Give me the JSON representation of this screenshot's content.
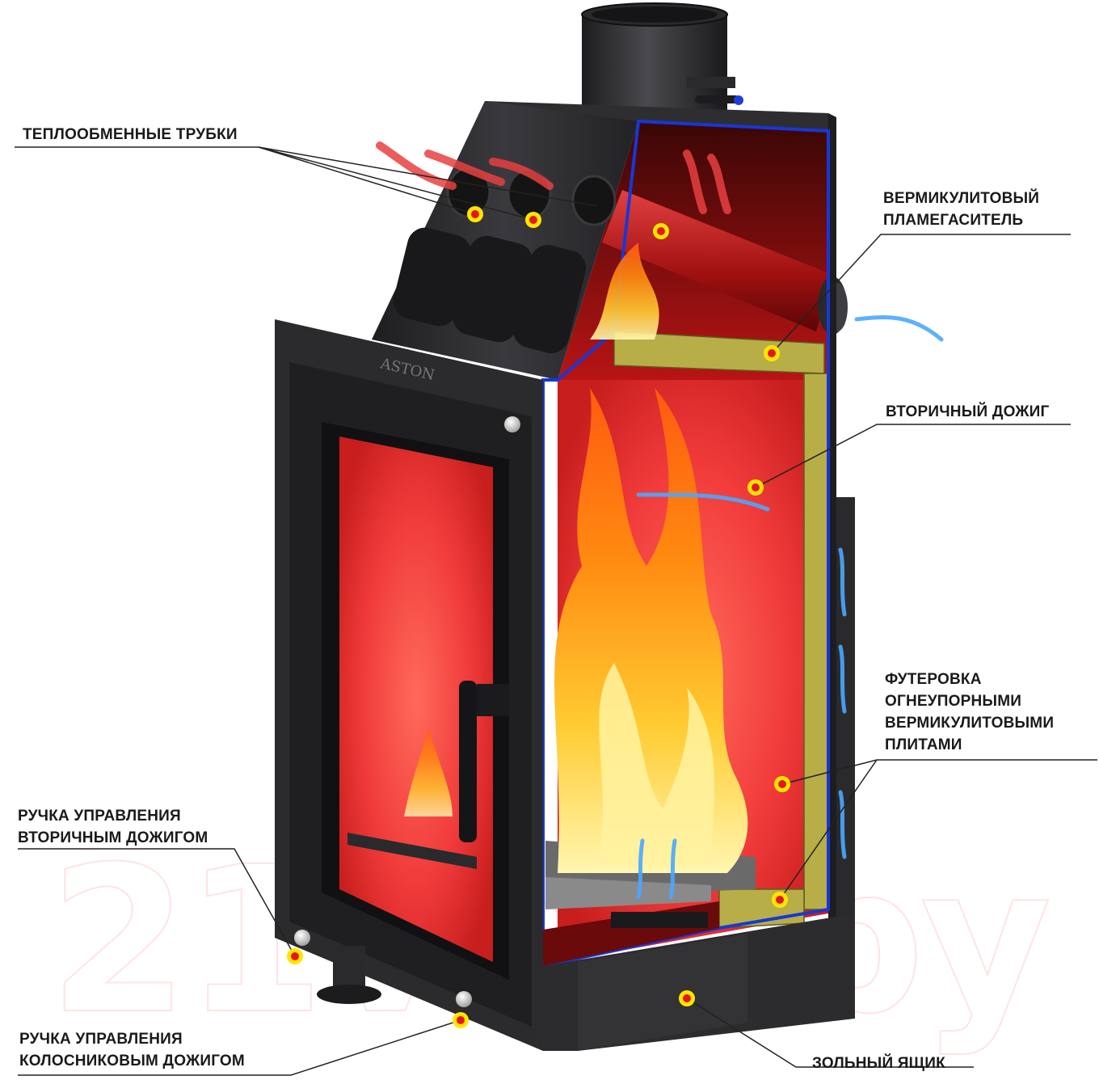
{
  "labels": {
    "heat_tubes": "ТЕПЛООБМЕННЫЕ ТРУБКИ",
    "flame_damper": [
      "ВЕРМИКУЛИТОВЫЙ",
      "ПЛАМЕГАСИТЕЛЬ"
    ],
    "secondary_burn": "ВТОРИЧНЫЙ ДОЖИГ",
    "lining": [
      "ФУТЕРОВКА",
      "ОГНЕУПОРНЫМИ",
      "ВЕРМИКУЛИТОВЫМИ",
      "ПЛИТАМИ"
    ],
    "secondary_handle": [
      "РУЧКА УПРАВЛЕНИЯ",
      "ВТОРИЧНЫМ ДОЖИГОМ"
    ],
    "grate_handle": [
      "РУЧКА УПРАВЛЕНИЯ",
      "КОЛОСНИКОВЫМ ДОЖИГОМ"
    ],
    "ash_box": "ЗОЛЬНЫЙ ЯЩИК"
  },
  "brand": "ASTON",
  "watermark": "21vek.by",
  "colors": {
    "steel": "#2b2b2e",
    "chamber_red": "#e83a3a",
    "vermiculite": "#b8ae48",
    "outline_blue": "#1638d8",
    "marker_yellow": "#ffe600",
    "marker_red": "#e8141c"
  }
}
